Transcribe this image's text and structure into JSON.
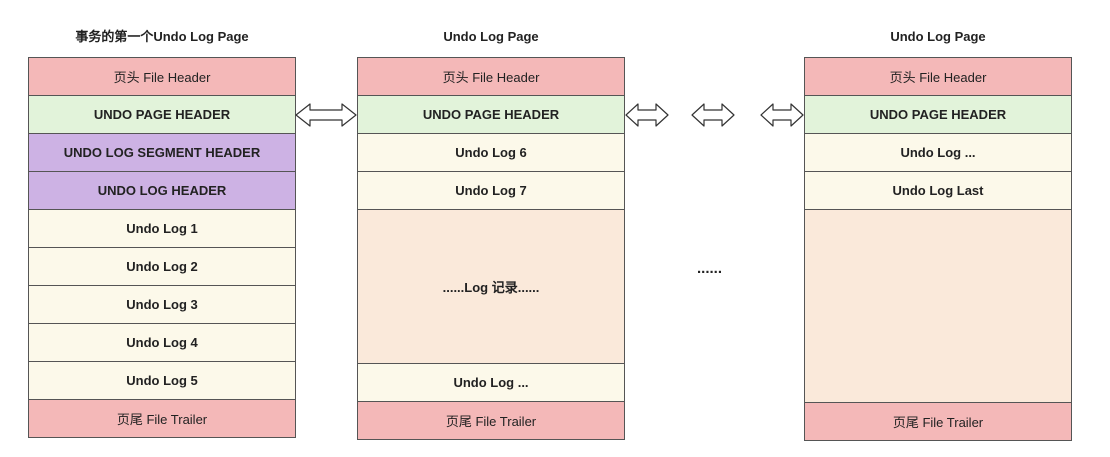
{
  "pages": [
    {
      "title": "事务的第一个Undo Log Page",
      "rows": [
        {
          "label": "页头 File Header",
          "style": "pink",
          "bold": false
        },
        {
          "label": "UNDO PAGE HEADER",
          "style": "green",
          "bold": true
        },
        {
          "label": "UNDO LOG SEGMENT HEADER",
          "style": "purple",
          "bold": true
        },
        {
          "label": "UNDO LOG HEADER",
          "style": "purple",
          "bold": true
        },
        {
          "label": "Undo Log 1",
          "style": "cream",
          "bold": true
        },
        {
          "label": "Undo Log 2",
          "style": "cream",
          "bold": true
        },
        {
          "label": "Undo Log 3",
          "style": "cream",
          "bold": true
        },
        {
          "label": "Undo Log 4",
          "style": "cream",
          "bold": true
        },
        {
          "label": "Undo Log 5",
          "style": "cream",
          "bold": true
        },
        {
          "label": "页尾 File Trailer",
          "style": "pink",
          "bold": false
        }
      ]
    },
    {
      "title": "Undo Log Page",
      "rows": [
        {
          "label": "页头 File Header",
          "style": "pink",
          "bold": false
        },
        {
          "label": "UNDO PAGE HEADER",
          "style": "green",
          "bold": true
        },
        {
          "label": "Undo Log 6",
          "style": "cream",
          "bold": true
        },
        {
          "label": "Undo Log 7",
          "style": "cream",
          "bold": true
        },
        {
          "label": "......Log 记录......",
          "style": "peach",
          "bold": true
        },
        {
          "label": "Undo Log ...",
          "style": "cream",
          "bold": true
        },
        {
          "label": "页尾 File Trailer",
          "style": "pink",
          "bold": false
        }
      ]
    },
    {
      "title": "Undo Log Page",
      "rows": [
        {
          "label": "页头 File Header",
          "style": "pink",
          "bold": false
        },
        {
          "label": "UNDO PAGE HEADER",
          "style": "green",
          "bold": true
        },
        {
          "label": "Undo Log ...",
          "style": "cream",
          "bold": true
        },
        {
          "label": "Undo Log Last",
          "style": "cream",
          "bold": true
        },
        {
          "label": "",
          "style": "peach",
          "bold": false
        },
        {
          "label": "页尾 File Trailer",
          "style": "pink",
          "bold": false
        }
      ]
    }
  ],
  "ellipsis": "......",
  "colors": {
    "pink": "#f4b8b8",
    "green": "#e2f3da",
    "purple": "#cdb2e4",
    "cream": "#fcf9ea",
    "peach": "#fae9da",
    "border": "#555555"
  }
}
